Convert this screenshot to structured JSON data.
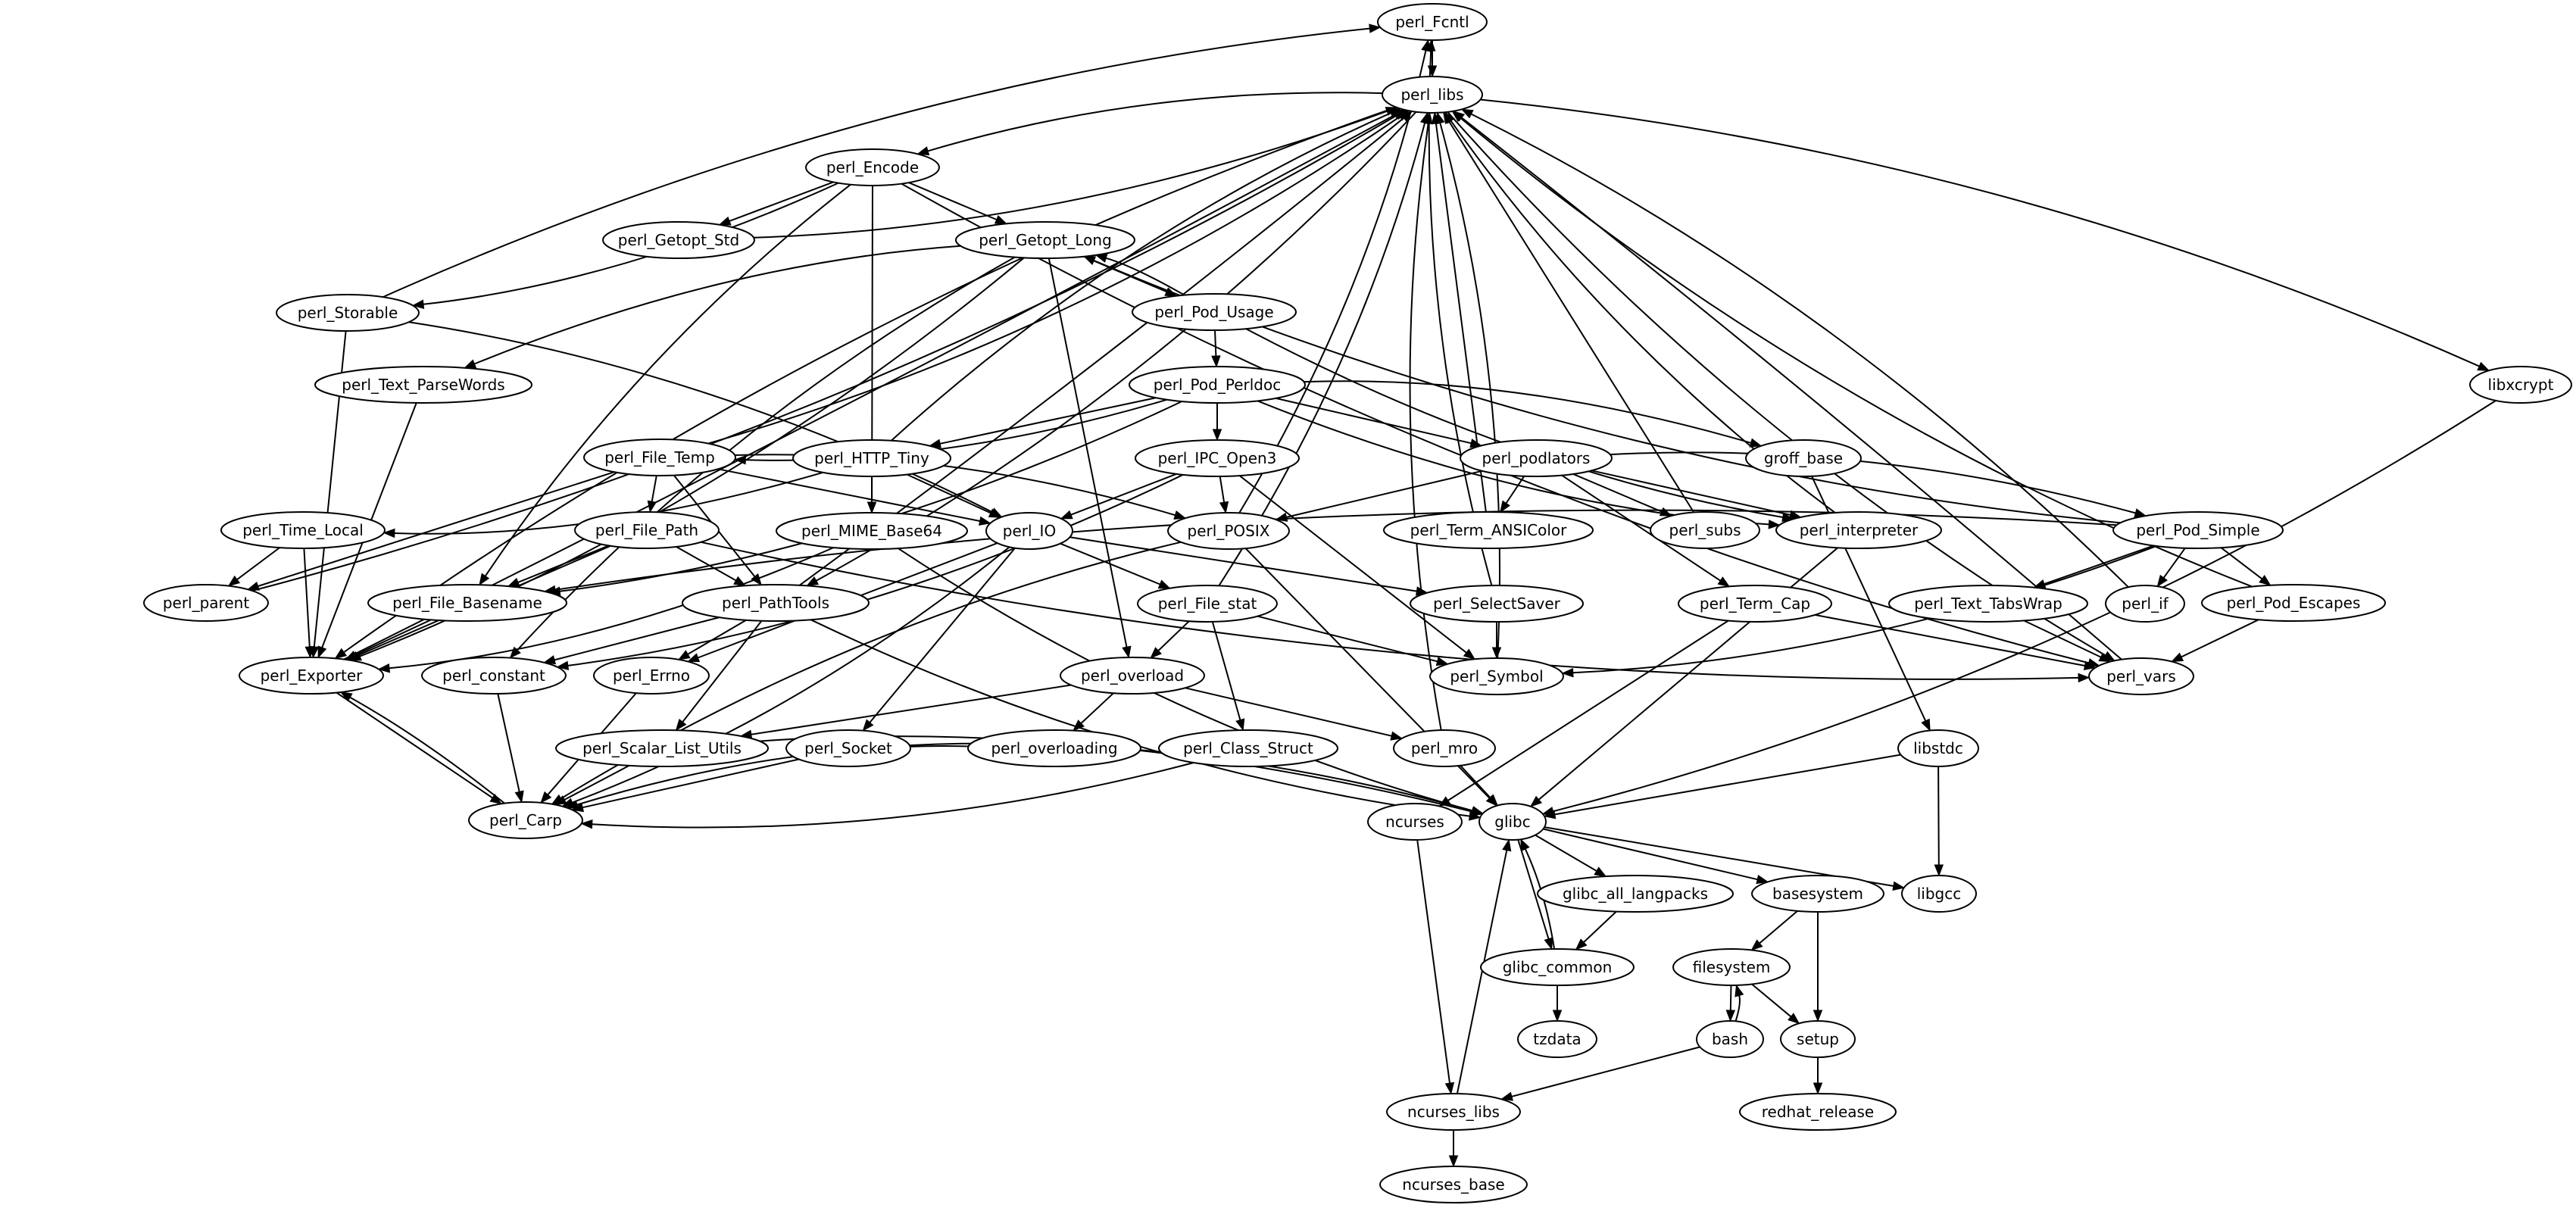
{
  "graph": {
    "type": "package-dependency-graph",
    "colors": {
      "background": "#ffffff",
      "stroke": "#000000",
      "text": "#000000"
    },
    "nodes": [
      "perl_Fcntl",
      "perl_libs",
      "perl_Encode",
      "perl_Getopt_Std",
      "perl_Getopt_Long",
      "perl_Storable",
      "perl_Pod_Usage",
      "perl_Text_ParseWords",
      "perl_Pod_Perldoc",
      "libxcrypt",
      "perl_File_Temp",
      "perl_HTTP_Tiny",
      "perl_IPC_Open3",
      "perl_podlators",
      "groff_base",
      "perl_Time_Local",
      "perl_File_Path",
      "perl_MIME_Base64",
      "perl_IO",
      "perl_POSIX",
      "perl_Term_ANSIColor",
      "perl_subs",
      "perl_interpreter",
      "perl_Pod_Simple",
      "perl_parent",
      "perl_File_Basename",
      "perl_PathTools",
      "perl_File_stat",
      "perl_SelectSaver",
      "perl_Term_Cap",
      "perl_Text_TabsWrap",
      "perl_if",
      "perl_Pod_Escapes",
      "perl_Exporter",
      "perl_constant",
      "perl_Errno",
      "perl_overload",
      "perl_Symbol",
      "perl_vars",
      "perl_Scalar_List_Utils",
      "perl_Socket",
      "perl_overloading",
      "perl_Class_Struct",
      "perl_mro",
      "libstdc",
      "perl_Carp",
      "ncurses",
      "glibc",
      "glibc_all_langpacks",
      "basesystem",
      "libgcc",
      "glibc_common",
      "filesystem",
      "tzdata",
      "bash",
      "setup",
      "ncurses_libs",
      "redhat_release",
      "ncurses_base"
    ],
    "edges": [
      [
        "perl_Fcntl",
        "perl_libs"
      ],
      [
        "perl_libs",
        "perl_Encode"
      ],
      [
        "perl_libs",
        "libxcrypt"
      ],
      [
        "perl_libs",
        "perl_Exporter"
      ],
      [
        "perl_libs",
        "perl_PathTools"
      ],
      [
        "perl_libs",
        "perl_vars"
      ],
      [
        "perl_Storable",
        "perl_Fcntl"
      ],
      [
        "perl_POSIX",
        "perl_Fcntl"
      ],
      [
        "perl_SelectSaver",
        "perl_Fcntl"
      ],
      [
        "perl_Getopt_Std",
        "perl_libs"
      ],
      [
        "perl_Exporter",
        "perl_libs"
      ],
      [
        "perl_parent",
        "perl_libs"
      ],
      [
        "perl_PathTools",
        "perl_libs"
      ],
      [
        "perl_File_Temp",
        "perl_libs"
      ],
      [
        "perl_HTTP_Tiny",
        "perl_libs"
      ],
      [
        "perl_File_stat",
        "perl_libs"
      ],
      [
        "perl_Term_ANSIColor",
        "perl_libs"
      ],
      [
        "perl_subs",
        "perl_libs"
      ],
      [
        "perl_interpreter",
        "perl_libs"
      ],
      [
        "perl_Symbol",
        "perl_libs"
      ],
      [
        "perl_mro",
        "perl_libs"
      ],
      [
        "perl_if",
        "perl_libs"
      ],
      [
        "perl_Pod_Escapes",
        "perl_libs"
      ],
      [
        "perl_vars",
        "perl_libs"
      ],
      [
        "perl_Encode",
        "perl_Getopt_Std"
      ],
      [
        "perl_Encode",
        "perl_Getopt_Long"
      ],
      [
        "perl_Encode",
        "perl_Storable"
      ],
      [
        "perl_Encode",
        "perl_File_Basename"
      ],
      [
        "perl_Encode",
        "perl_MIME_Base64"
      ],
      [
        "perl_Encode",
        "perl_vars"
      ],
      [
        "perl_Getopt_Long",
        "perl_Pod_Usage"
      ],
      [
        "perl_Getopt_Long",
        "perl_Text_ParseWords"
      ],
      [
        "perl_Getopt_Long",
        "perl_Exporter"
      ],
      [
        "perl_Getopt_Long",
        "perl_constant"
      ],
      [
        "perl_Getopt_Long",
        "perl_overload"
      ],
      [
        "perl_Pod_Usage",
        "perl_Getopt_Long"
      ],
      [
        "perl_Pod_Usage",
        "perl_Pod_Perldoc"
      ],
      [
        "perl_Pod_Usage",
        "perl_interpreter"
      ],
      [
        "perl_Pod_Simple",
        "perl_Getopt_Long"
      ],
      [
        "perl_Storable",
        "perl_Exporter"
      ],
      [
        "perl_Storable",
        "perl_IO"
      ],
      [
        "perl_Text_ParseWords",
        "perl_Exporter"
      ],
      [
        "perl_Pod_Perldoc",
        "perl_File_Temp"
      ],
      [
        "perl_Pod_Perldoc",
        "perl_HTTP_Tiny"
      ],
      [
        "perl_Pod_Perldoc",
        "perl_IPC_Open3"
      ],
      [
        "perl_Pod_Perldoc",
        "perl_podlators"
      ],
      [
        "perl_Pod_Perldoc",
        "groff_base"
      ],
      [
        "perl_Pod_Perldoc",
        "perl_interpreter"
      ],
      [
        "perl_Pod_Perldoc",
        "perl_File_Basename"
      ],
      [
        "perl_File_Temp",
        "perl_File_Path"
      ],
      [
        "perl_File_Temp",
        "perl_PathTools"
      ],
      [
        "perl_File_Temp",
        "perl_IO"
      ],
      [
        "perl_File_Temp",
        "perl_POSIX"
      ],
      [
        "perl_File_Temp",
        "perl_parent"
      ],
      [
        "perl_HTTP_Tiny",
        "perl_MIME_Base64"
      ],
      [
        "perl_HTTP_Tiny",
        "perl_IO"
      ],
      [
        "perl_HTTP_Tiny",
        "perl_Time_Local"
      ],
      [
        "perl_IPC_Open3",
        "perl_IO"
      ],
      [
        "perl_IPC_Open3",
        "perl_POSIX"
      ],
      [
        "perl_IPC_Open3",
        "perl_Symbol"
      ],
      [
        "perl_IPC_Open3",
        "perl_constant"
      ],
      [
        "perl_podlators",
        "perl_Term_ANSIColor"
      ],
      [
        "perl_podlators",
        "perl_subs"
      ],
      [
        "perl_podlators",
        "perl_interpreter"
      ],
      [
        "perl_podlators",
        "perl_Pod_Simple"
      ],
      [
        "perl_podlators",
        "perl_Term_Cap"
      ],
      [
        "perl_podlators",
        "perl_POSIX"
      ],
      [
        "groff_base",
        "libstdc"
      ],
      [
        "perl_Time_Local",
        "perl_parent"
      ],
      [
        "perl_Time_Local",
        "perl_Exporter"
      ],
      [
        "perl_File_Path",
        "perl_File_Basename"
      ],
      [
        "perl_File_Path",
        "perl_PathTools"
      ],
      [
        "perl_File_Path",
        "perl_Exporter"
      ],
      [
        "perl_File_Path",
        "perl_vars"
      ],
      [
        "perl_MIME_Base64",
        "perl_Exporter"
      ],
      [
        "perl_MIME_Base64",
        "glibc"
      ],
      [
        "perl_IO",
        "perl_File_stat"
      ],
      [
        "perl_IO",
        "perl_SelectSaver"
      ],
      [
        "perl_IO",
        "perl_Socket"
      ],
      [
        "perl_IO",
        "perl_Errno"
      ],
      [
        "perl_IO",
        "perl_Carp"
      ],
      [
        "perl_POSIX",
        "perl_Carp"
      ],
      [
        "perl_POSIX",
        "glibc"
      ],
      [
        "perl_interpreter",
        "glibc"
      ],
      [
        "perl_Pod_Simple",
        "perl_Text_TabsWrap"
      ],
      [
        "perl_Pod_Simple",
        "perl_if"
      ],
      [
        "perl_Pod_Simple",
        "perl_Pod_Escapes"
      ],
      [
        "perl_Pod_Simple",
        "perl_File_Basename"
      ],
      [
        "perl_Pod_Simple",
        "perl_Symbol"
      ],
      [
        "perl_File_Basename",
        "perl_Exporter"
      ],
      [
        "perl_PathTools",
        "perl_constant"
      ],
      [
        "perl_PathTools",
        "perl_Errno"
      ],
      [
        "perl_PathTools",
        "perl_Scalar_List_Utils"
      ],
      [
        "perl_PathTools",
        "glibc"
      ],
      [
        "perl_File_stat",
        "perl_overload"
      ],
      [
        "perl_File_stat",
        "perl_Class_Struct"
      ],
      [
        "perl_File_stat",
        "perl_Symbol"
      ],
      [
        "perl_SelectSaver",
        "perl_Symbol"
      ],
      [
        "perl_Term_Cap",
        "perl_vars"
      ],
      [
        "perl_Term_Cap",
        "ncurses"
      ],
      [
        "perl_Text_TabsWrap",
        "perl_vars"
      ],
      [
        "perl_Pod_Escapes",
        "perl_vars"
      ],
      [
        "perl_Exporter",
        "perl_Carp"
      ],
      [
        "perl_Carp",
        "perl_Exporter"
      ],
      [
        "perl_constant",
        "perl_Carp"
      ],
      [
        "perl_Errno",
        "perl_Carp"
      ],
      [
        "perl_overload",
        "perl_Scalar_List_Utils"
      ],
      [
        "perl_overload",
        "perl_overloading"
      ],
      [
        "perl_overload",
        "perl_mro"
      ],
      [
        "perl_Scalar_List_Utils",
        "perl_Carp"
      ],
      [
        "perl_Scalar_List_Utils",
        "glibc"
      ],
      [
        "perl_Socket",
        "perl_Carp"
      ],
      [
        "perl_Socket",
        "glibc"
      ],
      [
        "perl_overloading",
        "perl_Carp"
      ],
      [
        "perl_Class_Struct",
        "perl_Carp"
      ],
      [
        "perl_mro",
        "glibc"
      ],
      [
        "libstdc",
        "glibc"
      ],
      [
        "libstdc",
        "libgcc"
      ],
      [
        "libxcrypt",
        "glibc"
      ],
      [
        "glibc",
        "glibc_all_langpacks"
      ],
      [
        "glibc",
        "basesystem"
      ],
      [
        "glibc",
        "libgcc"
      ],
      [
        "glibc",
        "glibc_common"
      ],
      [
        "glibc_common",
        "glibc"
      ],
      [
        "glibc_all_langpacks",
        "glibc_common"
      ],
      [
        "glibc_common",
        "tzdata"
      ],
      [
        "basesystem",
        "filesystem"
      ],
      [
        "basesystem",
        "setup"
      ],
      [
        "filesystem",
        "bash"
      ],
      [
        "bash",
        "filesystem"
      ],
      [
        "filesystem",
        "setup"
      ],
      [
        "setup",
        "redhat_release"
      ],
      [
        "bash",
        "ncurses_libs"
      ],
      [
        "ncurses",
        "ncurses_libs"
      ],
      [
        "ncurses_libs",
        "glibc"
      ],
      [
        "ncurses_libs",
        "ncurses_base"
      ]
    ]
  }
}
